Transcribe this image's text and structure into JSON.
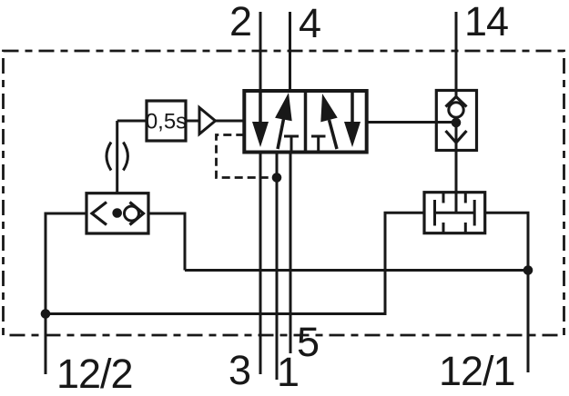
{
  "colors": {
    "ink": "#181818",
    "background": "#ffffff"
  },
  "ports": {
    "top": [
      {
        "id": "2",
        "label": "2"
      },
      {
        "id": "4",
        "label": "4"
      },
      {
        "id": "14",
        "label": "14"
      }
    ],
    "bottom": [
      {
        "id": "12/2",
        "label": "12/2"
      },
      {
        "id": "3",
        "label": "3"
      },
      {
        "id": "1",
        "label": "1"
      },
      {
        "id": "5",
        "label": "5"
      },
      {
        "id": "12/1",
        "label": "12/1"
      }
    ]
  },
  "components": {
    "timer": {
      "label": "0,5s"
    },
    "symbols": [
      "5-2-way-valve",
      "shuttle-valve",
      "air-gap-sensor",
      "pneumatic-amplifier",
      "timer-delay",
      "check-valve-stack",
      "coupling-element",
      "enclosure-dashed-border"
    ]
  }
}
